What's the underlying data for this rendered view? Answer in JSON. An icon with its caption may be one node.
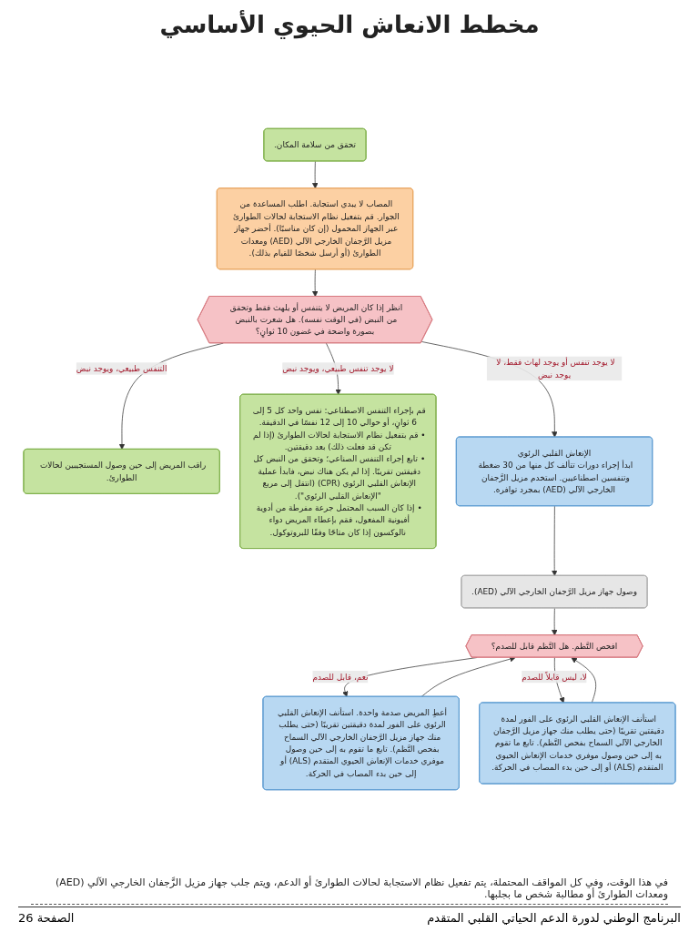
{
  "diagram": {
    "title": "مخطط الانعاش الحيوي الأساسي",
    "nodes": [
      {
        "text": [
          "تحقق من سلامة المكان."
        ]
      },
      {
        "text": [
          "المصاب لا يبدي استجابة. اطلب المساعدة من الجوار. قم بتفعيل نظام الاستجابة لحالات الطوارئ عبر الجهاز المحمول (إن كان مناسبًا). أحضر جهاز مزيل الرَّجفان الخارجي الآلي (AED) ومعدات الطوارئ (أو أرسل شخصًا للقيام بذلك)."
        ]
      },
      {
        "text": [
          "انظر إذا كان المريض لا يتنفس أو يلهث فقط وتحقق من النبض (في الوقت نفسه). هل شعرت بالنبض بصورة واضحة في غضون 10 ثوانٍ؟"
        ]
      },
      {
        "text": [
          "راقب المريض إلى حين وصول المستجيبين لحالات الطوارئ."
        ]
      },
      {
        "text": [
          "قم بإجراء التنفس الاصطناعي: نفس واحد كل 5 إلى 6 ثوانٍ، أو حوالي 10 إلى 12 نفسًا في الدقيقة.",
          "• قم بتفعيل نظام الاستجابة لحالات الطوارئ (إذا لم تكن قد فعلت ذلك) بعد دقيقتين.",
          "• تابع إجراء التنفس الصناعي؛ وتحقق من النبض كل دقيقتين تقريبًا. إذا لم يكن هناك نبض، فابدأ عملية الإنعاش القلبي الرئوي (CPR) (انتقل إلى مربع \"الإنعاش القلبي الرئوي\").",
          "• إذا كان السبب المحتمل جرعة مفرطة من أدوية أفيونية المفعول، فقم بإعطاء المريض دواء نالوكسون إذا كان متاحًا وفقًا للبروتوكول."
        ]
      },
      {
        "text": [
          "الإنعاش القلبي الرئوي",
          "ابدأ إجراء دورات تتألف كل منها من 30 ضغطة وتنفسين اصطناعيين. استخدم مزيل الرَّجفان الخارجي الآلي (AED) بمجرد توافره."
        ]
      },
      {
        "text": [
          "وصول جهاز مزيل الرَّجفان الخارجي الآلي (AED)."
        ]
      },
      {
        "text": [
          "افحص النَّظم. هل النَّظم قابل للصدم؟"
        ]
      },
      {
        "text": [
          "أعطِ المريض صدمة واحدة. استأنف الإنعاش القلبي الرئوي على الفور لمدة دقيقتين تقريبًا (حتى يطلب منك جهاز مزيل الرَّجفان الخارجي الآلي السماح بفحص النَّظم). تابع ما تقوم به إلى حين وصول موفري خدمات الإنعاش الحيوي المتقدم (ALS) أو إلى حين بدء المصاب في الحركة."
        ]
      },
      {
        "text": [
          "استأنف الإنعاش القلبي الرئوي على الفور لمدة دقيقتين تقريبًا (حتى يطلب منك جهاز مزيل الرَّجفان الخارجي الآلي السماح بفحص النَّظم). تابع ما تقوم به إلى حين وصول موفري خدمات الإنعاش الحيوي المتقدم (ALS) أو إلى حين بدء المصاب في الحركة."
        ]
      }
    ],
    "edges": [
      {
        "from": 0,
        "to": 1,
        "arrow": "to"
      },
      {
        "from": 1,
        "to": 2,
        "arrow": "to"
      },
      {
        "from": 2,
        "to": 3,
        "arrow": "to",
        "label": "التنفس طبيعي، ويوجد نبض"
      },
      {
        "from": 2,
        "to": 4,
        "arrow": "to",
        "label": "لا يوجد تنفس طبيعي، ويوجد نبض"
      },
      {
        "from": 2,
        "to": 5,
        "arrow": "to",
        "label": "لا يوجد تنفس أو يوجد لهاث فقط، لا يوجد نبض"
      },
      {
        "from": 5,
        "to": 6,
        "arrow": "to"
      },
      {
        "from": 6,
        "to": 7,
        "arrow": "to"
      },
      {
        "from": 7,
        "to": 8,
        "arrow": "to",
        "label": "نعم، قابل للصدم"
      },
      {
        "from": 7,
        "to": 9,
        "arrow": "to",
        "label": "لا، ليس قابلاً للصدم"
      },
      {
        "from": 8,
        "to": 7,
        "arrow": "to"
      },
      {
        "from": 9,
        "to": 7,
        "arrow": "to"
      }
    ],
    "labels": [
      "في هذا الوقت، وفي كل المواقف المحتملة، يتم تفعيل نظام الاستجابة لحالات الطوارئ أو الدعم، ويتم جلب جهاز مزيل الرَّجفان الخارجي الآلي (AED) ومعدات الطوارئ أو مطالبة شخص ما بجلبها.",
      "البرنامج الوطني لدورة الدعم الحياتي القلبي المتقدم",
      "الصفحة 26"
    ]
  }
}
